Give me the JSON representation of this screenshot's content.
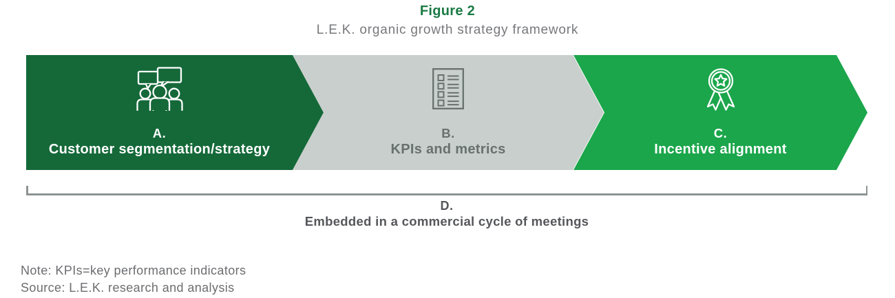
{
  "title": "Figure 2",
  "subtitle": "L.E.K. organic growth strategy framework",
  "steps": [
    {
      "letter": "A.",
      "label": "Customer segmentation/strategy",
      "icon": "people-discussion-icon",
      "colors": {
        "bg": "#156939",
        "text": "#FFFFFF"
      }
    },
    {
      "letter": "B.",
      "label": "KPIs and metrics",
      "icon": "checklist-icon",
      "colors": {
        "bg": "#C9CFCC",
        "text": "#68716F"
      }
    },
    {
      "letter": "C.",
      "label": "Incentive alignment",
      "icon": "award-ribbon-icon",
      "colors": {
        "bg": "#1BA64B",
        "text": "#FFFFFF"
      }
    }
  ],
  "bracket_item": {
    "letter": "D.",
    "label": "Embedded in a commercial cycle of meetings"
  },
  "note": "Note: KPIs=key performance indicators",
  "source": "Source: L.E.K. research and analysis",
  "colors": {
    "title": "#1B7B45",
    "subtitle": "#77787B",
    "bracket": "#8D9493",
    "d_text": "#56575B",
    "footnote": "#6C6D70"
  }
}
